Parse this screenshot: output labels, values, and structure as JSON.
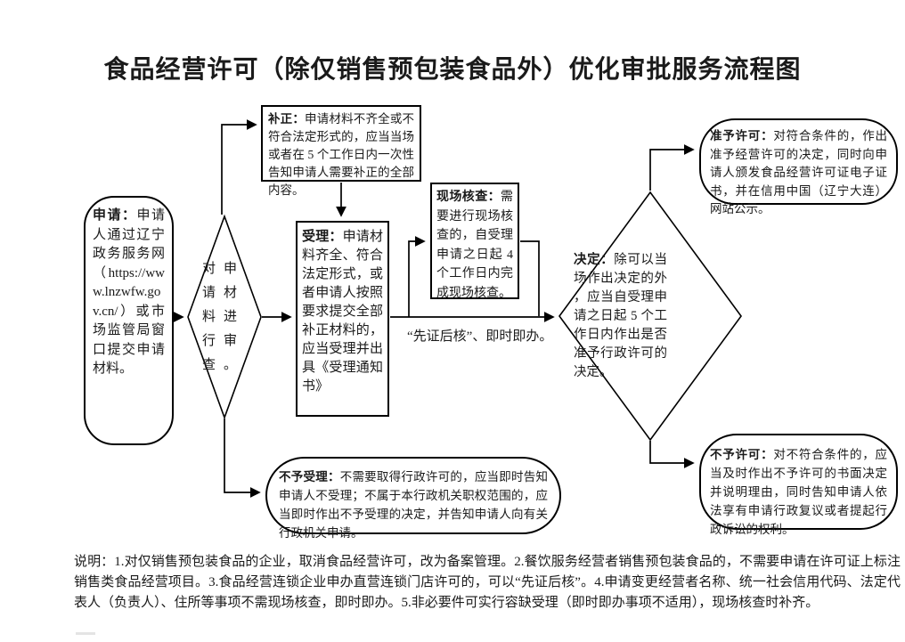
{
  "title": "食品经营许可（除仅销售预包装食品外）优化审批服务流程图",
  "nodes": {
    "apply": {
      "label": "申请：",
      "text": "申请人通过辽宁政务服务网（https://www.lnzwfw.gov.cn/）或市场监管局窗口提交申请材料。"
    },
    "review": {
      "text": "对申请材料进行审查。"
    },
    "correction": {
      "label": "补正：",
      "text": "申请材料不齐全或不符合法定形式的，应当当场或者在 5 个工作日内一次性告知申请人需要补正的全部内容。"
    },
    "acceptance": {
      "label": "受理：",
      "text": "申请材料齐全、符合法定形式，或者申请人按照要求提交全部补正材料的，应当受理并出具《受理通知书》"
    },
    "onsite_check": {
      "label": "现场核查：",
      "text": "需要进行现场核查的，自受理申请之日起 4 个工作日内完成现场核查。"
    },
    "decision": {
      "label": "决定：",
      "text": "除可以当场作出决定的外，应当自受理申请之日起 5 个工作日内作出是否准予行政许可的决定。"
    },
    "approve": {
      "label": "准予许可：",
      "text": "对符合条件的，作出准予经营许可的决定，同时向申请人颁发食品经营许可证电子证书，并在信用中国（辽宁大连）网站公示。"
    },
    "deny": {
      "label": "不予许可：",
      "text": "对不符合条件的，应当及时作出不予许可的书面决定并说明理由，同时告知申请人依法享有申请行政复议或者提起行政诉讼的权利。"
    },
    "reject": {
      "label": "不予受理：",
      "text": "不需要取得行政许可的，应当即时告知申请人不受理；不属于本行政机关职权范围的，应当即时作出不予受理的决定，并告知申请人向有关行政机关申请。"
    }
  },
  "edge_labels": {
    "fast_track": "“先证后核”、即时即办。"
  },
  "notes": "说明：1.对仅销售预包装食品的企业，取消食品经营许可，改为备案管理。2.餐饮服务经营者销售预包装食品的，不需要申请在许可证上标注销售类食品经营项目。3.食品经营连锁企业申办直营连锁门店许可的，可以“先证后核”。4.申请变更经营者名称、统一社会信用代码、法定代表人（负责人）、住所等事项不需现场核查，即时即办。5.非必要件可实行容缺受理（即时即办事项不适用），现场核查时补齐。",
  "colors": {
    "line": "#000000",
    "background": "#ffffff",
    "text": "#1a1a1a"
  }
}
